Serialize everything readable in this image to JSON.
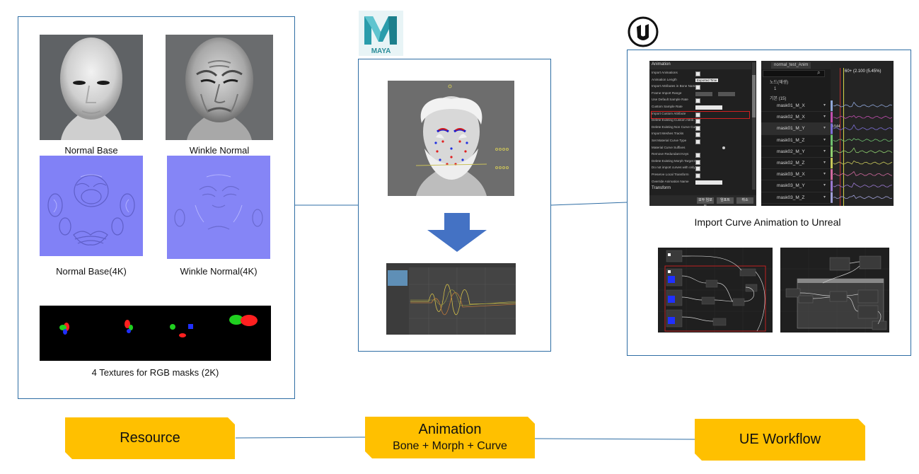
{
  "resource": {
    "captions": {
      "normal_base": "Normal Base",
      "winkle_normal": "Winkle Normal",
      "normal_base_4k": "Normal Base(4K)",
      "winkle_normal_4k": "Winkle Normal(4K)",
      "rgb_masks": "4 Textures for RGB masks (2K)"
    }
  },
  "maya": {
    "logo_text": "MAYA"
  },
  "unreal": {
    "caption": "Import Curve Animation to Unreal",
    "import_panel": {
      "section_animation": "Animation",
      "section_transform": "Transform",
      "rows": [
        "Import Animations",
        "Animation Length",
        "Import Attributes in Bone Names",
        "Frame Import Range",
        "Use Default Sample Rate",
        "Custom Sample Rate",
        "Import Custom Attribute",
        "Delete Existing Custom Attrib.",
        "Delete Existing Non Curve Cust.",
        "Import Meshes Tracks",
        "Set Material Curve Type",
        "Material Curve Suffixes",
        "Remove Redundant Keys",
        "Delete Existing Morph Target C.",
        "Do not import curves with only",
        "Preserve Local Transform",
        "Override Animation Name"
      ],
      "length_value": "Exported Time",
      "buttons": [
        "모두 임포트",
        "임포트",
        "취소"
      ]
    },
    "curve_panel": {
      "asset_tab": "normal_test_Anim",
      "filter_label": "노드(재생)",
      "filter_value": "1",
      "group_label": "기본 (15)",
      "readout": "60+ (2.100 (5.45%)",
      "value_label": "0.544",
      "curves": [
        {
          "name": "mask01_M_X",
          "color": "#8fa6d8"
        },
        {
          "name": "mask02_M_X",
          "color": "#c24fb0"
        },
        {
          "name": "mask01_M_Y",
          "color": "#7c6fd6"
        },
        {
          "name": "mask01_M_Z",
          "color": "#6fc06f"
        },
        {
          "name": "mask02_M_Y",
          "color": "#8fd06f"
        },
        {
          "name": "mask02_M_Z",
          "color": "#c8c85a"
        },
        {
          "name": "mask03_M_X",
          "color": "#d26aa0"
        },
        {
          "name": "mask03_M_Y",
          "color": "#9a79d0"
        },
        {
          "name": "mask03_M_Z",
          "color": "#a0a0d8"
        }
      ]
    }
  },
  "labels": {
    "resource": "Resource",
    "animation": "Animation",
    "animation_sub": "Bone + Morph + Curve",
    "ue_workflow": "UE Workflow"
  },
  "colors": {
    "panel_border": "#2e6da4",
    "tag_fill": "#ffc000",
    "arrow_fill": "#4472c4",
    "connector": "#2e6da4"
  }
}
